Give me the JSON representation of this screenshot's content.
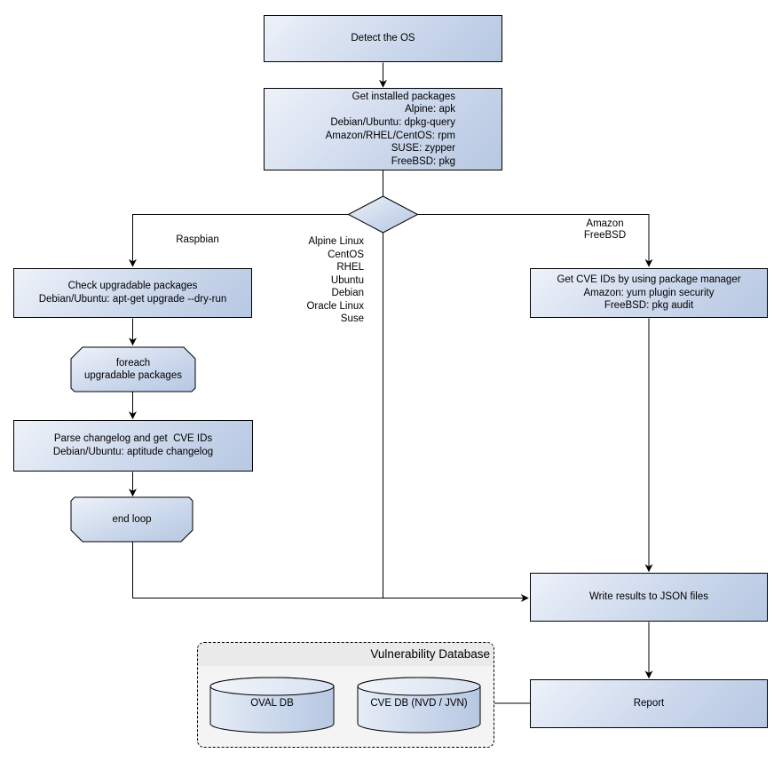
{
  "diagram": {
    "nodes": {
      "detect_os": {
        "label": "Detect the OS"
      },
      "get_packages": {
        "lines": [
          "Get installed packages",
          "Alpine: apk",
          "Debian/Ubuntu: dpkg-query",
          "Amazon/RHEL/CentOS: rpm",
          "SUSE: zypper",
          "FreeBSD: pkg"
        ]
      },
      "check_upgradable": {
        "lines": [
          "Check upgradable packages",
          "Debian/Ubuntu: apt-get upgrade --dry-run"
        ]
      },
      "foreach_loop": {
        "lines": [
          "foreach",
          "upgradable  packages"
        ]
      },
      "parse_changelog": {
        "lines": [
          "Parse changelog and get  CVE IDs",
          "Debian/Ubuntu: aptitude changelog"
        ]
      },
      "end_loop": {
        "label": "end loop"
      },
      "get_cve_ids": {
        "lines": [
          "Get CVE IDs by using package manager",
          "Amazon: yum plugin security",
          "FreeBSD: pkg audit"
        ]
      },
      "write_results": {
        "label": "Write results to JSON files"
      },
      "report": {
        "label": "Report"
      },
      "oval_db": {
        "label": "OVAL DB"
      },
      "cve_db": {
        "label": "CVE DB (NVD / JVN)"
      }
    },
    "edge_labels": {
      "left_branch": "Raspbian",
      "middle_branch": [
        "Alpine Linux",
        "CentOS",
        "RHEL",
        "Ubuntu",
        "Debian",
        "Oracle Linux",
        "Suse"
      ],
      "right_branch": [
        "Amazon",
        "FreeBSD"
      ]
    },
    "group": {
      "title": "Vulnerability Database"
    },
    "colors": {
      "node_fill_light": "#eef2f9",
      "node_fill_dark": "#b7c8e2",
      "border": "#000000",
      "group_fill": "#f4f4f4",
      "group_title_fill": "#eaeaea"
    }
  }
}
